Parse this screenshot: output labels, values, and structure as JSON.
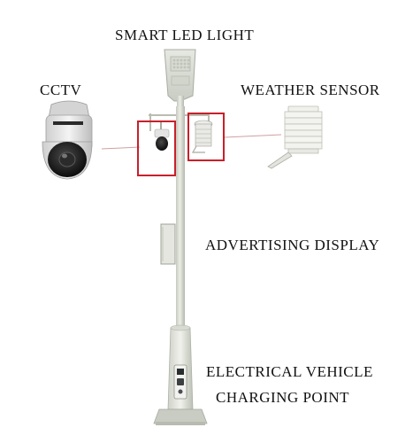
{
  "labels": {
    "smart_led_light": "SMART LED LIGHT",
    "cctv": "CCTV",
    "weather_sensor": "WEATHER SENSOR",
    "advertising_display": "ADVERTISING DISPLAY",
    "ev_charging_line1": "ELECTRICAL VEHICLE",
    "ev_charging_line2": "CHARGING POINT"
  },
  "colors": {
    "pole": "#dfe2d8",
    "pole_shadow": "#b9bdb2",
    "highlight_box": "#c8202a",
    "leader_line": "#c8202a",
    "camera_body": "#e9e9e9",
    "camera_dome": "#1a1a1a",
    "sensor_body": "#f3f3f0"
  },
  "icons": {
    "camera": "ptz-dome-camera-icon",
    "sensor": "louvered-weather-sensor-icon",
    "lamp": "solar-led-lamp-icon",
    "display": "advertising-panel-icon",
    "charger": "ev-charger-socket-icon"
  }
}
